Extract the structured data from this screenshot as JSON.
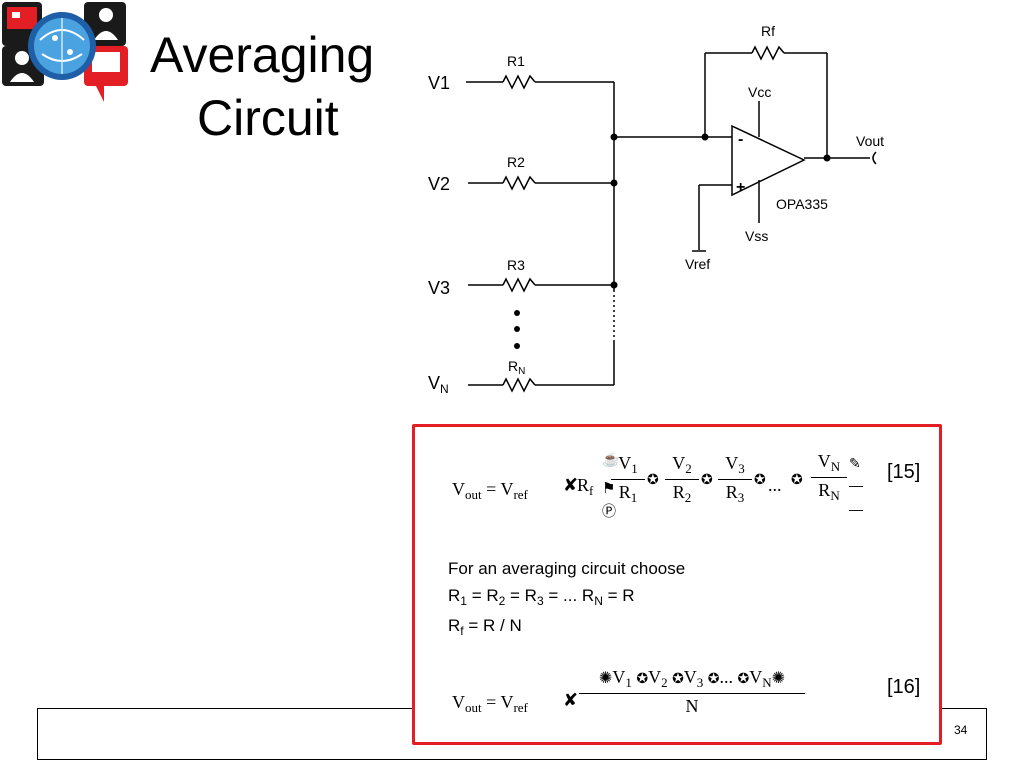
{
  "slide": {
    "title_line1": "Averaging",
    "title_line2": "Circuit",
    "page_number": "34"
  },
  "circuit": {
    "inputs": [
      "V1",
      "V2",
      "V3",
      "V"
    ],
    "input_n_subscript": "N",
    "resistors": [
      "R1",
      "R2",
      "R3",
      "R"
    ],
    "resistor_n_subscript": "N",
    "feedback_resistor": "Rf",
    "supply_positive": "Vcc",
    "supply_negative": "Vss",
    "reference": "Vref",
    "output": "Vout",
    "opamp_part": "OPA335",
    "minus_sign": "-",
    "plus_sign": "+"
  },
  "formulas": {
    "eq15": {
      "lhs": "V",
      "lhs_sub": "out",
      "equals": " = V",
      "ref_sub": "ref",
      "rf": "R",
      "rf_sub": "f",
      "fractions": [
        {
          "num": "V",
          "num_sub": "1",
          "den": "R",
          "den_sub": "1"
        },
        {
          "num": "V",
          "num_sub": "2",
          "den": "R",
          "den_sub": "2"
        },
        {
          "num": "V",
          "num_sub": "3",
          "den": "R",
          "den_sub": "3"
        },
        {
          "num": "V",
          "num_sub": "N",
          "den": "R",
          "den_sub": "N"
        }
      ],
      "ellipsis": "...",
      "number": "[15]"
    },
    "text_line1": "For an averaging circuit choose",
    "text_line2": "R",
    "text_line2_rest": [
      {
        "s": "1",
        "t": " = R"
      },
      {
        "s": "2",
        "t": " = R"
      },
      {
        "s": "3",
        "t": " = ... R"
      },
      {
        "s": "N",
        "t": " = R"
      }
    ],
    "text_line3": "R",
    "text_line3_sub": "f",
    "text_line3_rest": " = R / N",
    "eq16": {
      "lhs": "V",
      "lhs_sub": "out",
      "equals": " = V",
      "ref_sub": "ref",
      "numerator": [
        "V",
        "1",
        "V",
        "2",
        "V",
        "3",
        "...",
        "V",
        "N"
      ],
      "denominator": "N",
      "number": "[16]"
    }
  }
}
